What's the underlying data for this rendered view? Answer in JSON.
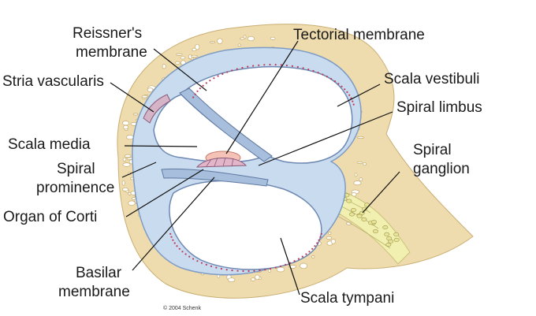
{
  "labels": {
    "reissners_1": "Reissner's",
    "reissners_2": "membrane",
    "tectorial": "Tectorial membrane",
    "stria": "Stria vascularis",
    "scala_vestibuli": "Scala vestibuli",
    "spiral_limbus": "Spiral limbus",
    "scala_media": "Scala media",
    "spiral_ganglion_1": "Spiral",
    "spiral_ganglion_2": "ganglion",
    "spiral_prom_1": "Spiral",
    "spiral_prom_2": "prominence",
    "organ_corti": "Organ of Corti",
    "basilar_1": "Basilar",
    "basilar_2": "membrane",
    "scala_tympani": "Scala tympani"
  },
  "copyright": "© 2004 Schenk",
  "colors": {
    "bone": "#efdcae",
    "bone_dark": "#d7bf86",
    "lining": "#c9dbef",
    "membrane_fill": "#a7bedc",
    "membrane_stroke": "#5f79a2",
    "cell_dots": "#c0395a",
    "ganglion": "#f1f0b0",
    "tectorial": "#f4c2b7"
  }
}
